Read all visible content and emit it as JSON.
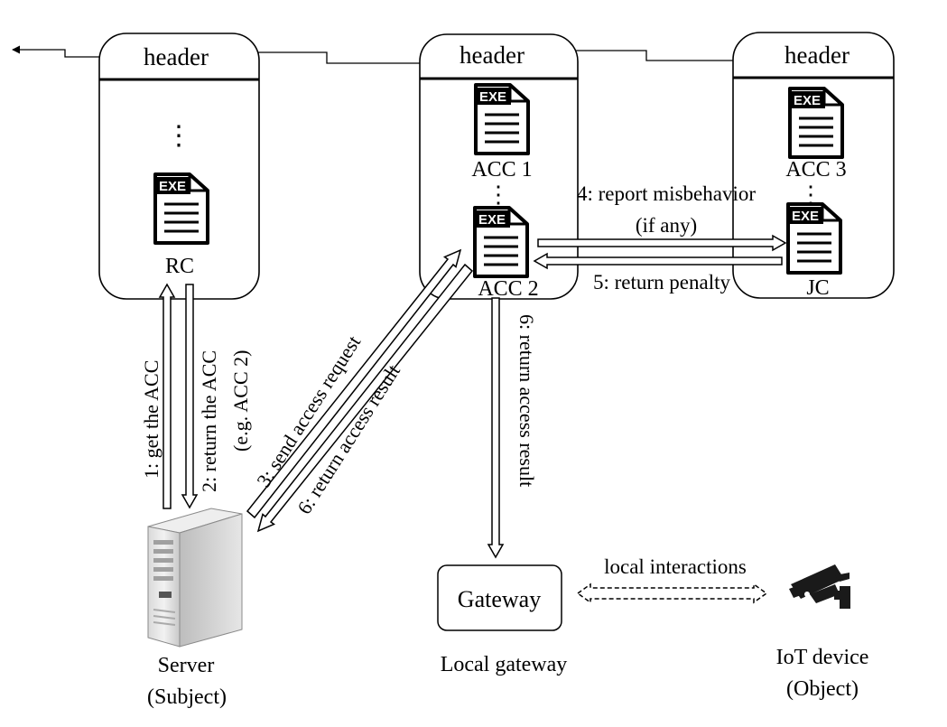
{
  "blocks": [
    {
      "header": "header",
      "items": [
        "RC"
      ]
    },
    {
      "header": "header",
      "items": [
        "ACC 1",
        "ACC 2"
      ]
    },
    {
      "header": "header",
      "items": [
        "ACC 3",
        "JC"
      ]
    }
  ],
  "ellipsis": "⋮",
  "steps": {
    "s1": "1: get the ACC",
    "s2": "2: return the ACC",
    "s2b": "(e.g. ACC 2)",
    "s3": "3: send access request",
    "s4a": "4: report misbehavior",
    "s4b": "(if any)",
    "s5": "5: return penalty",
    "s6a": "6: return access result",
    "s6b": "6: return access result",
    "local": "local  interactions"
  },
  "icons": {
    "exe_text": "EXE"
  },
  "nodes": {
    "server": {
      "line1": "Server",
      "line2": "(Subject)"
    },
    "gateway_box": "Gateway",
    "gateway_caption": "Local  gateway",
    "iot": {
      "line1": "IoT device",
      "line2": "(Object)"
    }
  }
}
